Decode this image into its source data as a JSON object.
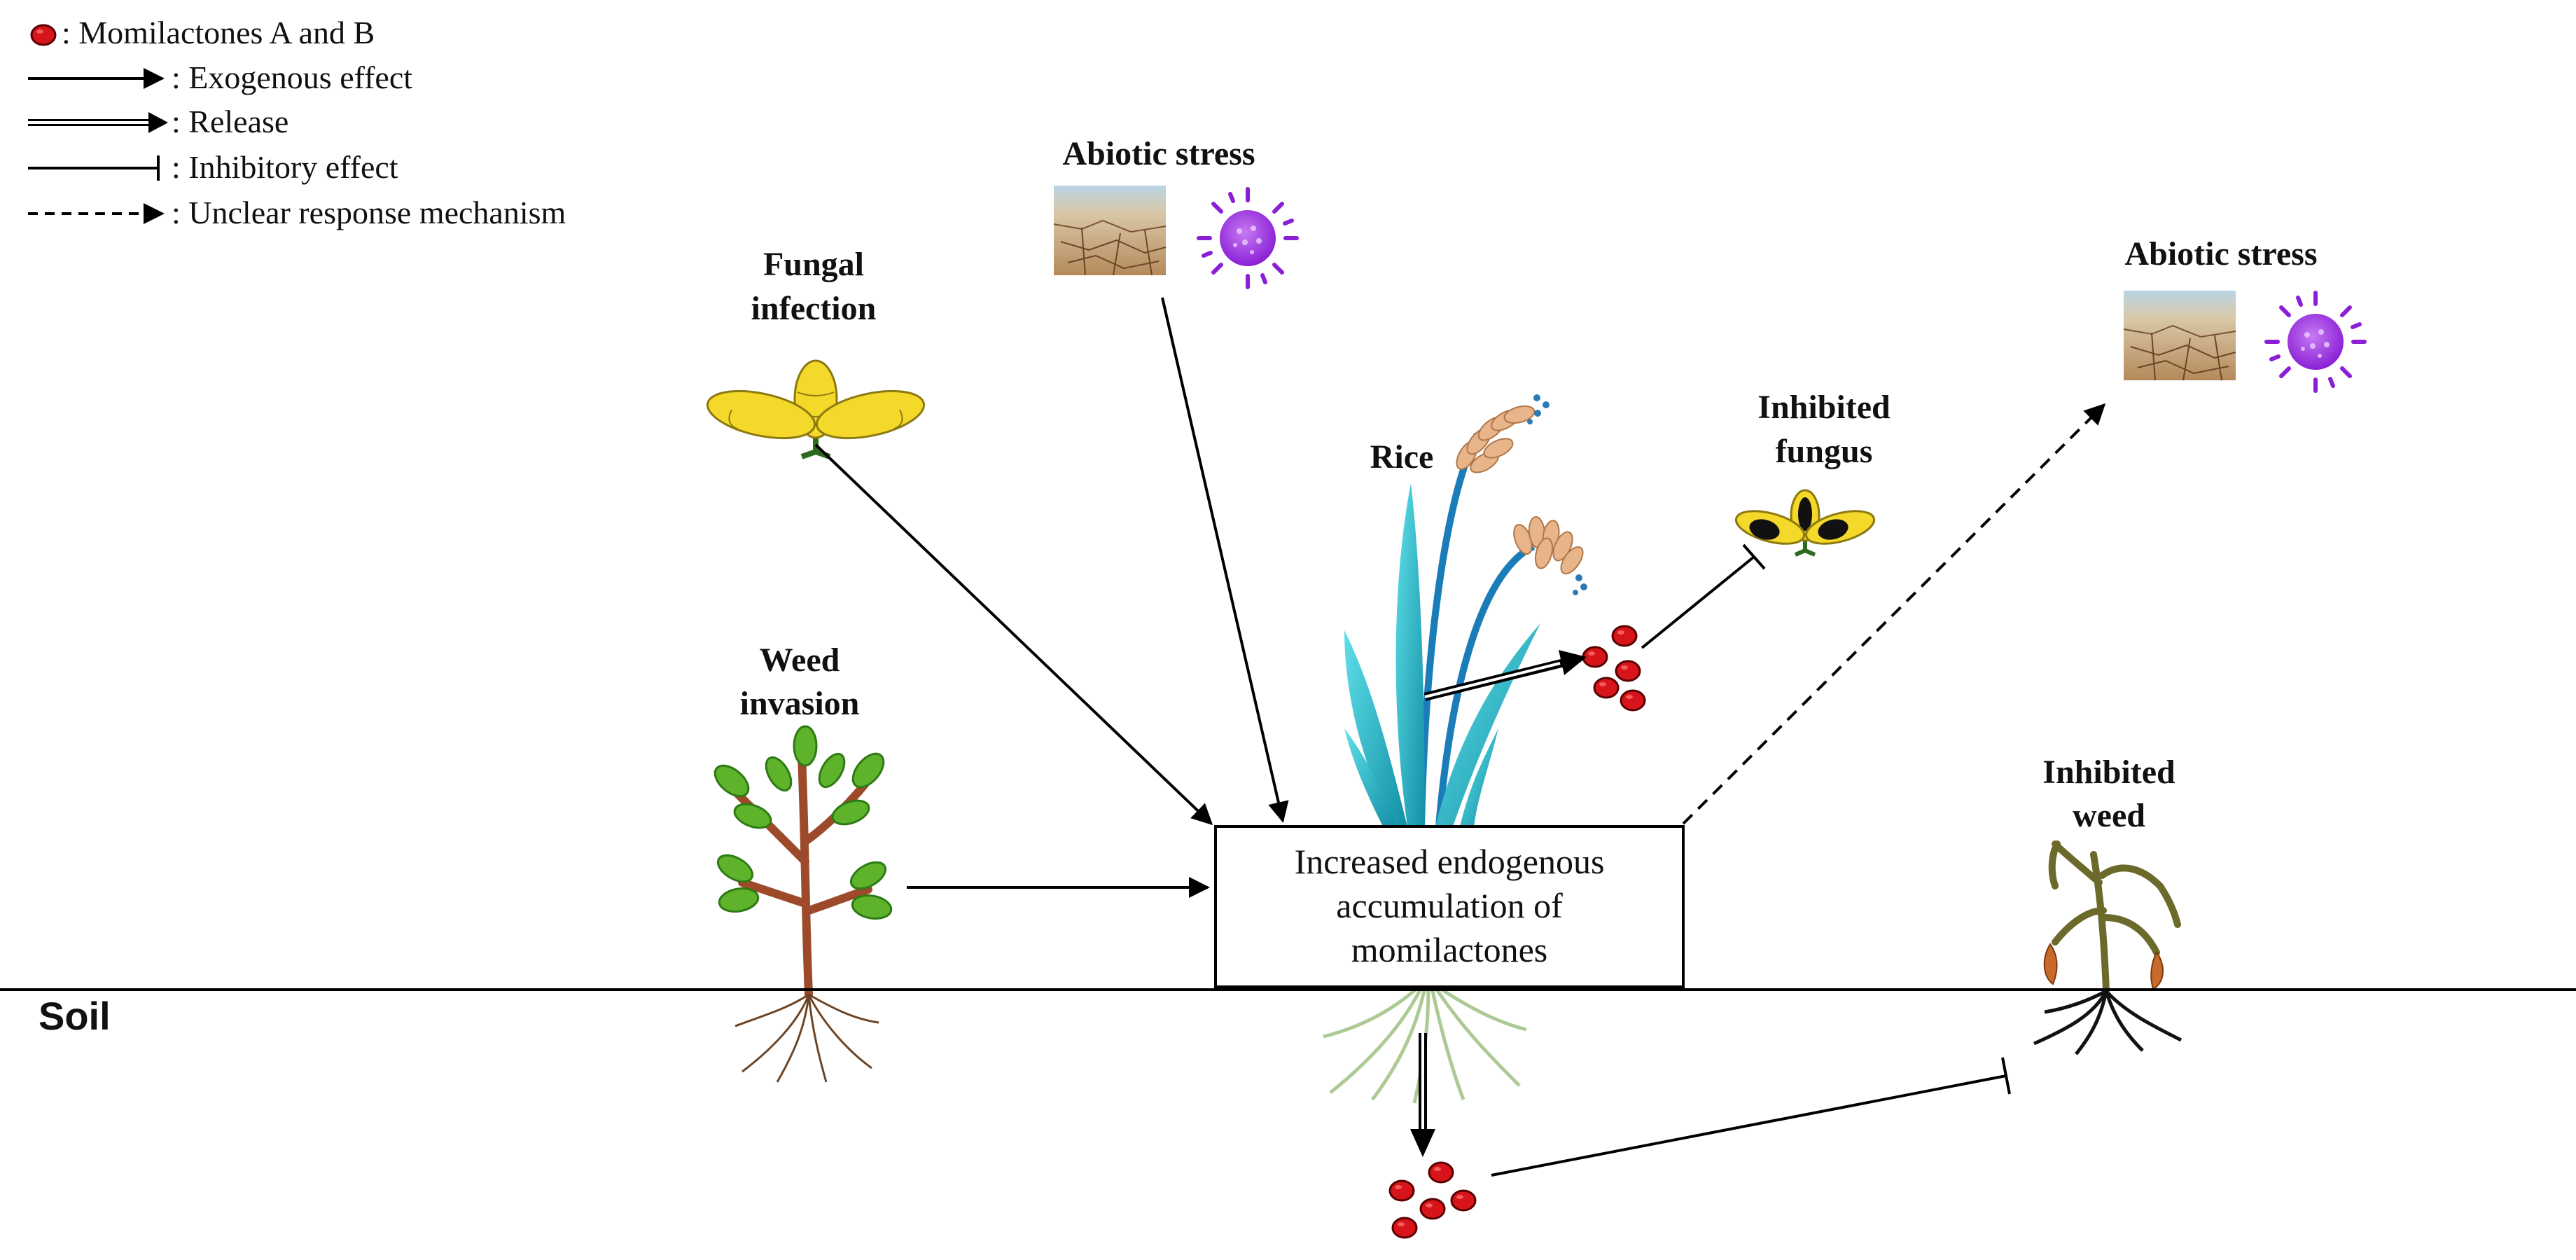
{
  "legend": {
    "items": [
      {
        "symbol": "red-dot",
        "text": ": Momilactones A and B"
      },
      {
        "symbol": "arrow-solid",
        "text": ": Exogenous effect"
      },
      {
        "symbol": "arrow-double",
        "text": ": Release"
      },
      {
        "symbol": "inhibitor-bar",
        "text": ": Inhibitory effect"
      },
      {
        "symbol": "arrow-dashed",
        "text": ": Unclear response mechanism"
      }
    ]
  },
  "labels": {
    "abiotic_stress_top": "Abiotic stress",
    "abiotic_stress_right": "Abiotic stress",
    "fungal_infection_line1": "Fungal",
    "fungal_infection_line2": "infection",
    "rice": "Rice",
    "inhibited_fungus_line1": "Inhibited",
    "inhibited_fungus_line2": "fungus",
    "weed_invasion_line1": "Weed",
    "weed_invasion_line2": "invasion",
    "inhibited_weed_line1": "Inhibited",
    "inhibited_weed_line2": "weed",
    "soil": "Soil"
  },
  "center_box": {
    "line1": "Increased endogenous",
    "line2": "accumulation of",
    "line3": "momilactones"
  },
  "colors": {
    "momilactone": "#d7141a",
    "fungus": "#f4d82a",
    "uv_purple": "#9b30e0",
    "rice_leaf": "#2bb8c8",
    "rice_grain": "#e8b48a",
    "weed_leaf": "#5fb32a",
    "weed_stem": "#9c4a2a",
    "dry_soil": "#c79a6a",
    "dead_weed": "#6b6a2a"
  },
  "icons": [
    "drought-soil-icon",
    "uv-sun-icon",
    "fungus-spore-icon",
    "rice-plant-icon",
    "weed-plant-icon",
    "dead-weed-icon",
    "momilactone-cluster-icon"
  ]
}
